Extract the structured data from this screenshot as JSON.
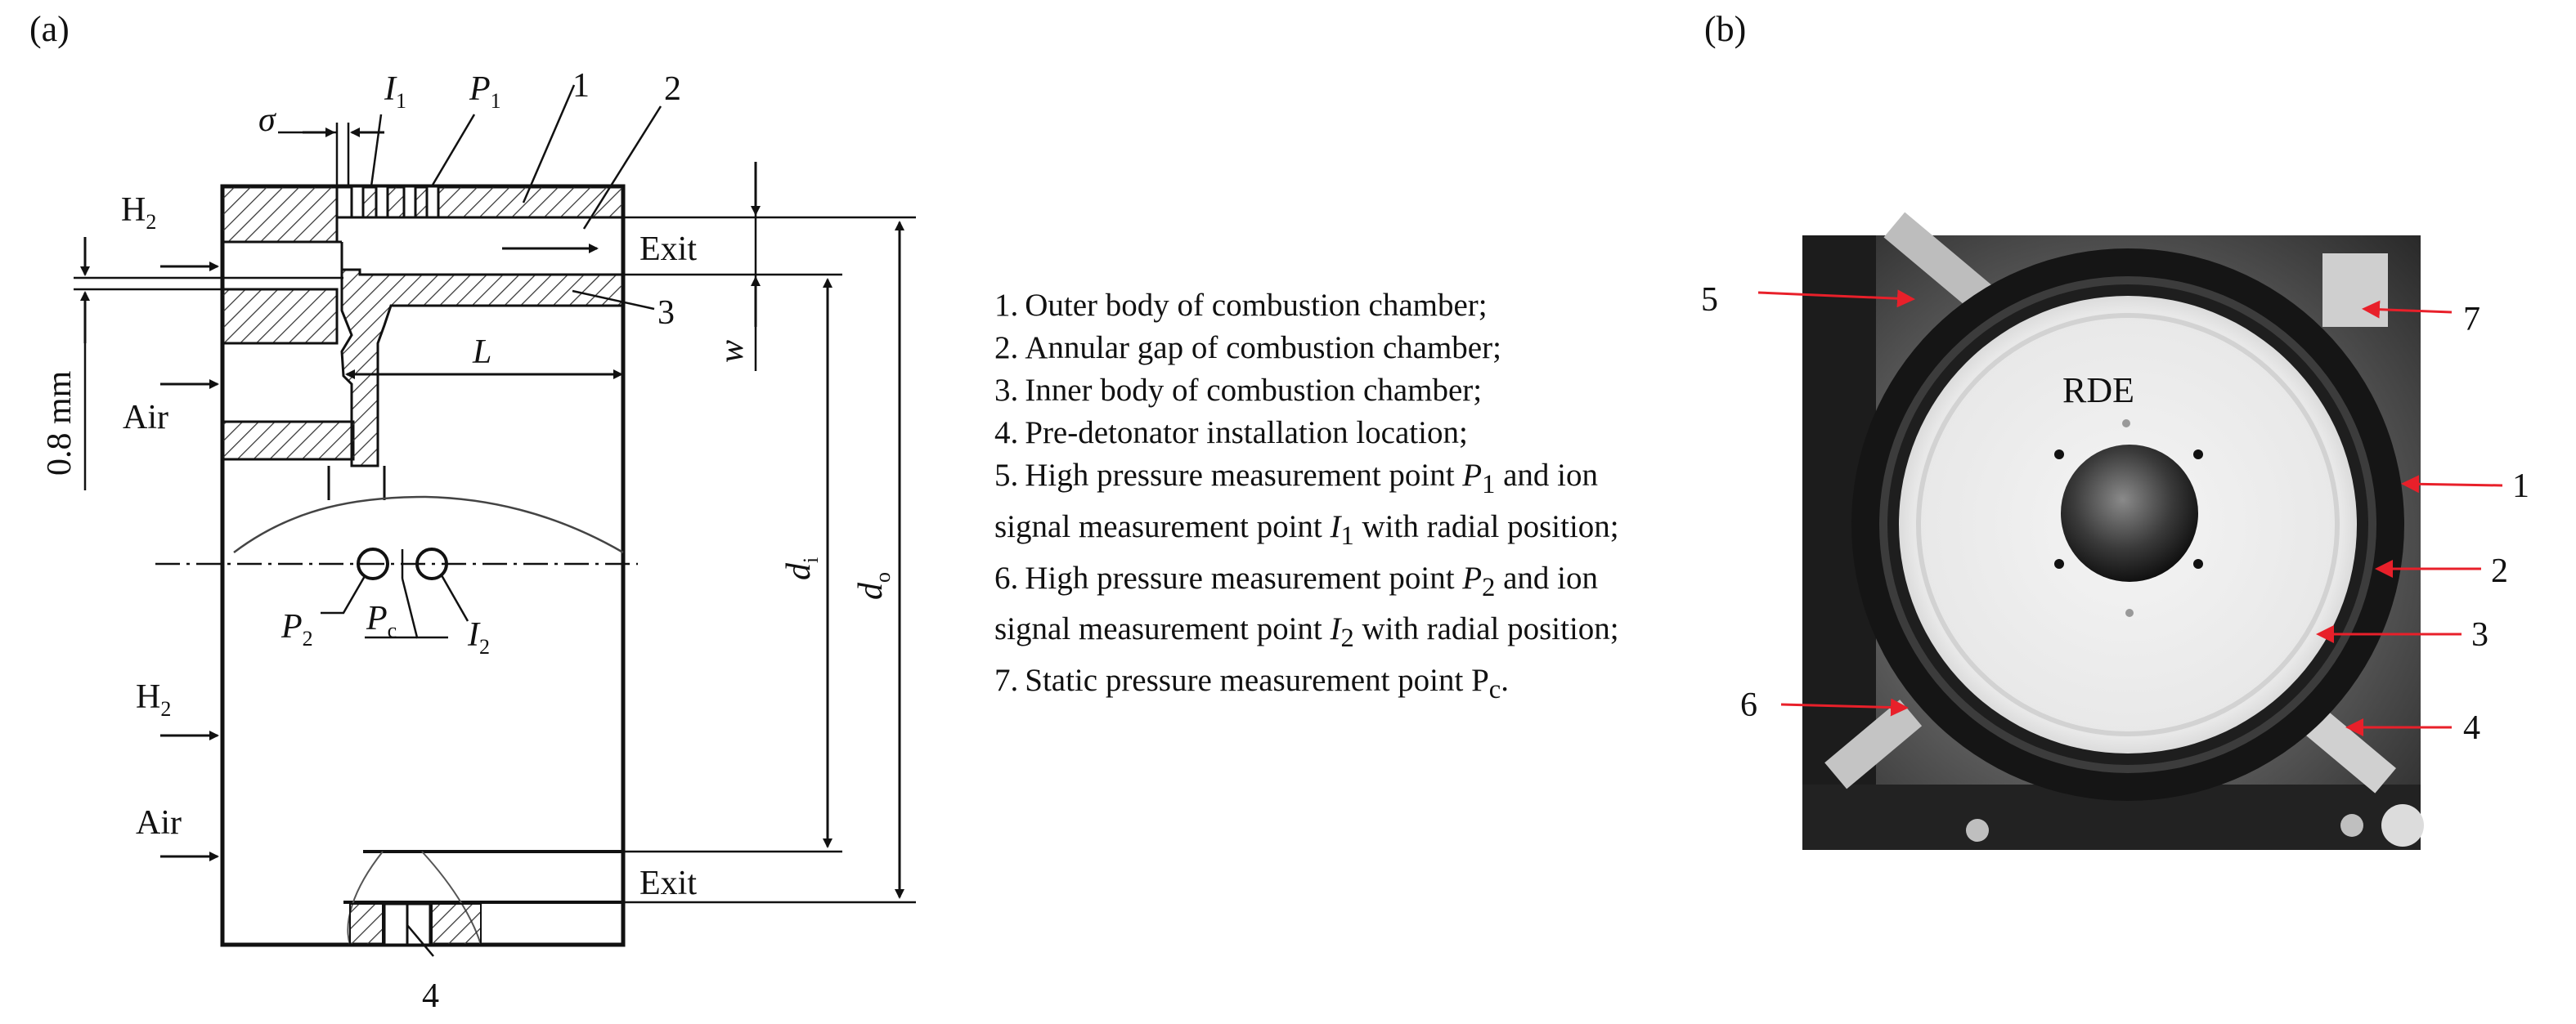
{
  "panels": {
    "a": "(a)",
    "b": "(b)"
  },
  "diagram_a": {
    "dims": {
      "sigma": "σ",
      "I1": "I",
      "I1_sub": "1",
      "P1": "P",
      "P1_sub": "1",
      "L": "L",
      "w": "w",
      "di": "d",
      "di_sub": "i",
      "do": "d",
      "do_sub": "o",
      "gap": "0.8 mm"
    },
    "inlets": {
      "h2_top": "H",
      "h2_top_sub": "2",
      "air_top": "Air",
      "h2_bottom": "H",
      "h2_bottom_sub": "2",
      "air_bottom": "Air"
    },
    "outlets": {
      "exit_top": "Exit",
      "exit_bottom": "Exit"
    },
    "callouts": [
      "1",
      "2",
      "3",
      "4"
    ],
    "probes": {
      "P2": "P",
      "P2_sub": "2",
      "Pc": "P",
      "Pc_sub": "c",
      "I2": "I",
      "I2_sub": "2"
    }
  },
  "legend": [
    {
      "num": "1.",
      "text": "Outer body of combustion chamber;"
    },
    {
      "num": "2.",
      "text": "Annular gap of combustion chamber;"
    },
    {
      "num": "3.",
      "text": "Inner body of combustion chamber;"
    },
    {
      "num": "4.",
      "text": "Pre-detonator installation location;"
    },
    {
      "num": "5.",
      "text_pre": "High pressure measurement point ",
      "v1": "P",
      "v1_sub": "1",
      "text_mid": " and ion signal measurement point ",
      "v2": "I",
      "v2_sub": "1",
      "text_post": " with radial position;"
    },
    {
      "num": "6.",
      "text_pre": "High pressure measurement point ",
      "v1": "P",
      "v1_sub": "2",
      "text_mid": " and ion signal measurement point ",
      "v2": "I",
      "v2_sub": "2",
      "text_post": " with radial position;"
    },
    {
      "num": "7.",
      "text_pre": "Static pressure measurement point P",
      "sub": "c",
      "text_post": "."
    }
  ],
  "photo": {
    "center_label": "RDE",
    "markers": [
      "5",
      "7",
      "1",
      "2",
      "3",
      "6",
      "4"
    ],
    "arrow_color": "#e8202a"
  }
}
